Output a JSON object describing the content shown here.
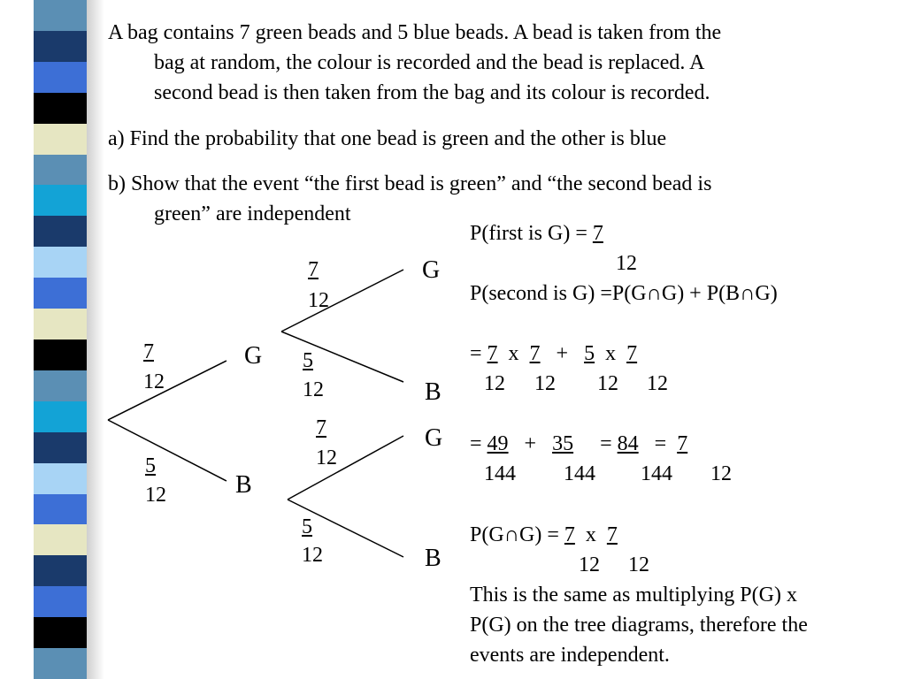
{
  "problem": {
    "line1": "A bag contains 7 green beads and 5 blue beads.  A bead is taken from the",
    "line2": "bag at random, the colour is recorded and the bead is replaced.  A",
    "line3": "second bead is then taken from the bag and its colour is recorded.",
    "part_a": "a) Find the probability that one bead is green and the other is blue",
    "part_b_line1": "b) Show that the event “the first bead is green” and “the second bead is",
    "part_b_line2": "green” are independent"
  },
  "tree": {
    "first_G_prob_num": "7",
    "first_G_prob_den": "12",
    "first_B_prob_num": "5",
    "first_B_prob_den": "12",
    "node_G1": "G",
    "node_B1": "B",
    "GG_prob_num": "7",
    "GG_prob_den": "12",
    "GB_prob_num": "5",
    "GB_prob_den": "12",
    "BG_prob_num": "7",
    "BG_prob_den": "12",
    "BB_prob_num": "5",
    "BB_prob_den": "12",
    "leaf_GG": "G",
    "leaf_GB": "B",
    "leaf_BG": "G",
    "leaf_BB": "B"
  },
  "working": {
    "p_first_label": "P(first is G) = ",
    "p_first_num": "7",
    "p_first_den": "12",
    "p_second": "P(second is G)   =P(G∩G) + P(B∩G)",
    "eq1_eq": "= ",
    "eq1_n1": "7",
    "eq1_x1": "  x  ",
    "eq1_n2": "7",
    "eq1_plus": "   +   ",
    "eq1_n3": "5",
    "eq1_x2": "  x  ",
    "eq1_n4": "7",
    "eq1_d1": "12",
    "eq1_d2": "12",
    "eq1_d3": "12",
    "eq1_d4": "12",
    "eq2_eq": "= ",
    "eq2_n1": "49",
    "eq2_plus": "   +   ",
    "eq2_n2": "35",
    "eq2_eq2": "     = ",
    "eq2_n3": "84",
    "eq2_eq3": "   =  ",
    "eq2_n4": "7",
    "eq2_d1": "144",
    "eq2_d2": "144",
    "eq2_d3": "144",
    "eq2_d4": "12",
    "pgg_label": "P(G∩G) = ",
    "pgg_n1": "7",
    "pgg_x": "  x  ",
    "pgg_n2": "7",
    "pgg_d1": "12",
    "pgg_d2": "12",
    "conclusion_1": "This is the same as multiplying P(G) x",
    "conclusion_2": "P(G) on the tree diagrams, therefore the",
    "conclusion_3": "events are independent."
  },
  "colors": {
    "stripes": [
      "#5b8fb4",
      "#1a3a6b",
      "#3d6fd6",
      "#000000",
      "#e6e6c2",
      "#5b8fb4",
      "#13a3d6",
      "#1a3a6b",
      "#a8d4f5",
      "#3d6fd6",
      "#e6e6c2",
      "#000000",
      "#5b8fb4",
      "#13a3d6",
      "#1a3a6b",
      "#a8d4f5",
      "#3d6fd6",
      "#e6e6c2",
      "#1a3a6b",
      "#3d6fd6",
      "#000000",
      "#5b8fb4"
    ]
  }
}
